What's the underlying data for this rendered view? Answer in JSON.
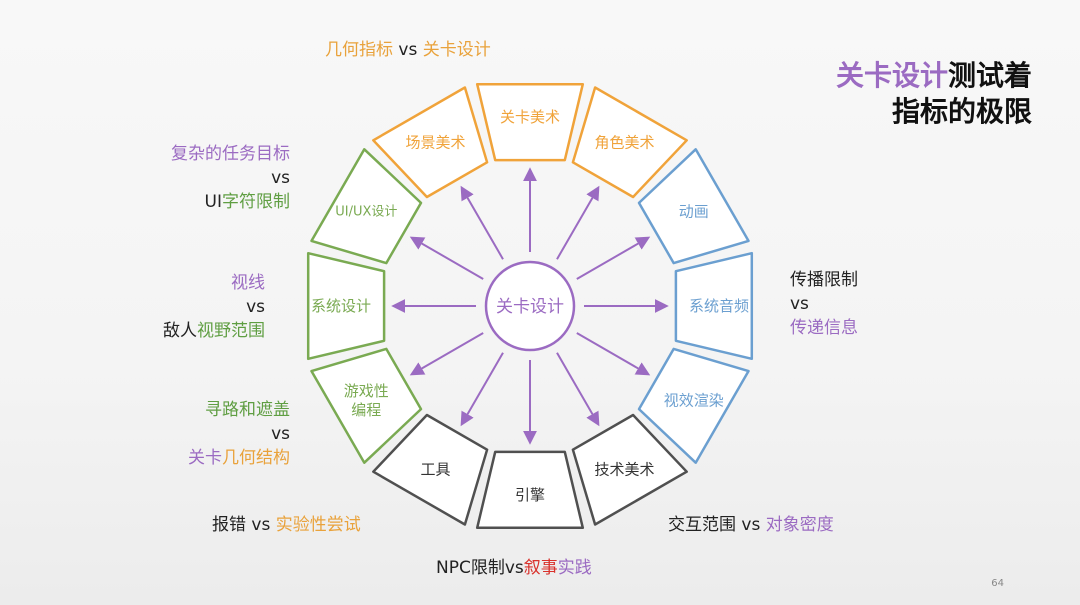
{
  "title": {
    "line1_highlight": "关卡设计",
    "line1_rest": "测试着",
    "line2": "指标的极限"
  },
  "center_label": "关卡设计",
  "segments": [
    {
      "label": "关卡美术",
      "color": "#f0a33a"
    },
    {
      "label": "角色美术",
      "color": "#f0a33a"
    },
    {
      "label": "动画",
      "color": "#6b9fd0"
    },
    {
      "label": "系统音频",
      "color": "#6b9fd0"
    },
    {
      "label": "视效渲染",
      "color": "#6b9fd0"
    },
    {
      "label": "技术美术",
      "color": "#505050"
    },
    {
      "label": "引擎",
      "color": "#505050"
    },
    {
      "label": "工具",
      "color": "#505050"
    },
    {
      "label": "游戏性\n编程",
      "color": "#7aaa52"
    },
    {
      "label": "系统设计",
      "color": "#7aaa52"
    },
    {
      "label": "UI/UX设计",
      "color": "#7aaa52"
    },
    {
      "label": "场景美术",
      "color": "#f0a33a"
    }
  ],
  "notes": {
    "top": {
      "a": "几何指标",
      "vs": " vs ",
      "b": "关卡设计"
    },
    "upper_left": {
      "a": "复杂的任务目标",
      "vs": "vs",
      "b1": "UI",
      "b2": "字符限制"
    },
    "mid_left": {
      "a": "视线",
      "vs": "vs",
      "b1": "敌人",
      "b2": "视野范围"
    },
    "lower_left": {
      "a": "寻路和遮盖",
      "vs": "vs",
      "b1": "关卡",
      "b2": "几何结构"
    },
    "bottom_left": {
      "a": "报错",
      "vs": " vs ",
      "b": "实验性尝试"
    },
    "bottom": {
      "a": "NPC限制",
      "vs": "vs",
      "b1": "叙事",
      "b2": "实践"
    },
    "bottom_right": {
      "a": "交互范围",
      "vs": " vs ",
      "b": "对象密度"
    },
    "right": {
      "a": "传播限制",
      "vs": "vs",
      "b": "传递信息"
    }
  },
  "page_number": "64",
  "colors": {
    "orange": "#f0a33a",
    "blue": "#6b9fd0",
    "gray": "#505050",
    "green": "#7aaa52",
    "purple": "#9b6bc2",
    "red": "#d9312b"
  }
}
